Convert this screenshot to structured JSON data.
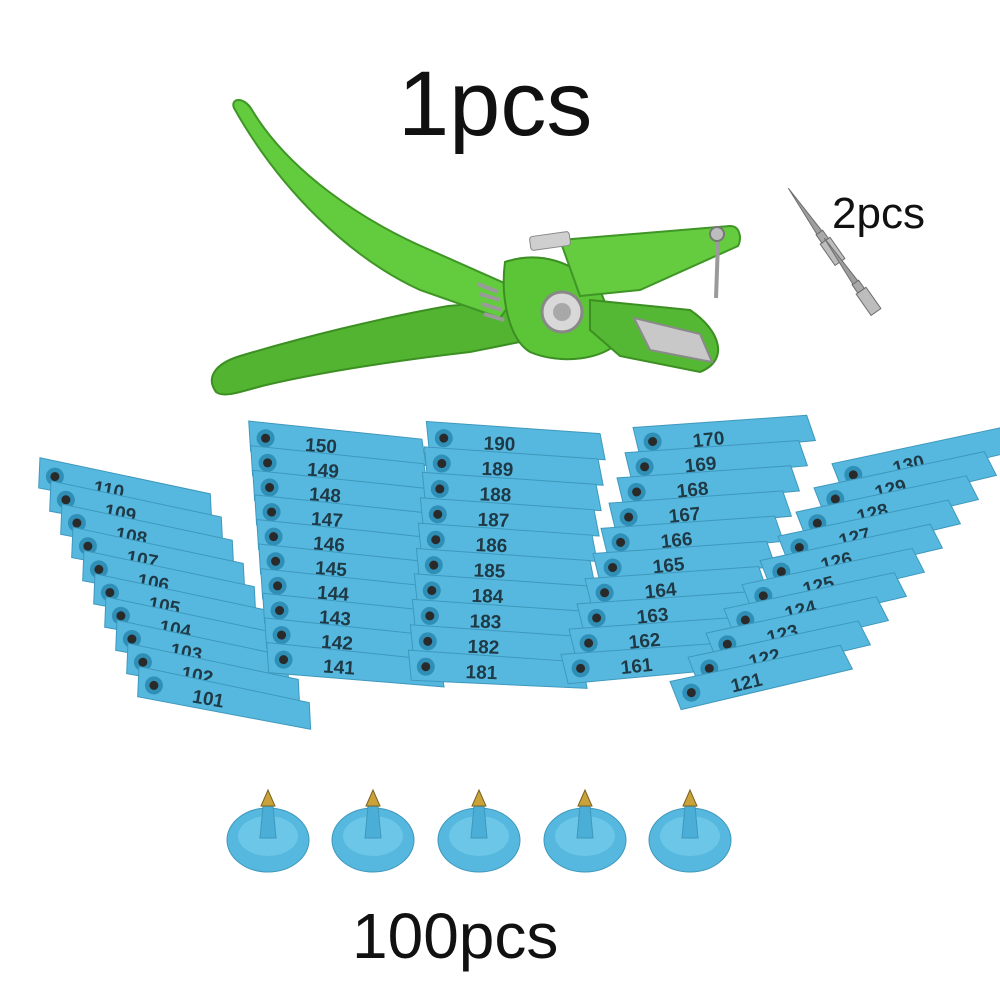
{
  "captions": {
    "applicator": "1pcs",
    "needles": "2pcs",
    "tags": "100pcs"
  },
  "colors": {
    "tool_green": "#5fc83a",
    "tag_blue": "#56b8de",
    "text_dark": "#111111"
  },
  "tag_strips": [
    {
      "numbers": [
        "110",
        "109",
        "108",
        "107",
        "106",
        "105",
        "104",
        "103",
        "102",
        "101"
      ]
    },
    {
      "numbers": [
        "150",
        "149",
        "148",
        "147",
        "146",
        "145",
        "144",
        "143",
        "142",
        "141"
      ]
    },
    {
      "numbers": [
        "190",
        "189",
        "188",
        "187",
        "186",
        "185",
        "184",
        "183",
        "182",
        "181"
      ]
    },
    {
      "numbers": [
        "170",
        "169",
        "168",
        "167",
        "166",
        "165",
        "164",
        "163",
        "162",
        "161"
      ]
    },
    {
      "numbers": [
        "130",
        "129",
        "128",
        "127",
        "126",
        "125",
        "124",
        "123",
        "122",
        "121"
      ]
    }
  ],
  "button_tag_count": 5
}
